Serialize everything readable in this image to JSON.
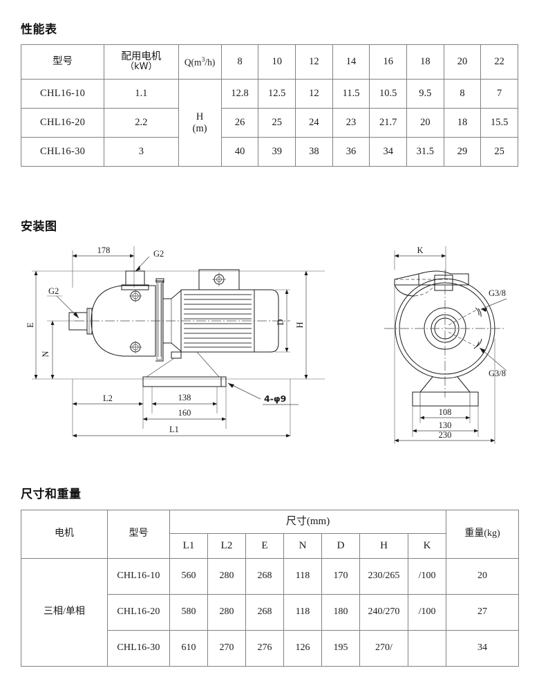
{
  "sections": {
    "performance_title": "性能表",
    "installation_title": "安装图",
    "dimensions_title": "尺寸和重量"
  },
  "performance_table": {
    "headers": {
      "model": "型号",
      "motor_line1": "配用电机",
      "motor_line2": "（kW）",
      "flow": "Q(m³/h)",
      "head_line1": "H",
      "head_line2": "(m)"
    },
    "flow_points": [
      "8",
      "10",
      "12",
      "14",
      "16",
      "18",
      "20",
      "22"
    ],
    "rows": [
      {
        "model": "CHL16-10",
        "power": "1.1",
        "head": [
          "12.8",
          "12.5",
          "12",
          "11.5",
          "10.5",
          "9.5",
          "8",
          "7"
        ]
      },
      {
        "model": "CHL16-20",
        "power": "2.2",
        "head": [
          "26",
          "25",
          "24",
          "23",
          "21.7",
          "20",
          "18",
          "15.5"
        ]
      },
      {
        "model": "CHL16-30",
        "power": "3",
        "head": [
          "40",
          "39",
          "38",
          "36",
          "34",
          "31.5",
          "29",
          "25"
        ]
      }
    ]
  },
  "dimensions_table": {
    "headers": {
      "motor": "电机",
      "model": "型号",
      "dimensions_group": "尺寸(mm)",
      "weight": "重量(kg)",
      "cols": [
        "L1",
        "L2",
        "E",
        "N",
        "D",
        "H",
        "K"
      ]
    },
    "motor_type": "三相/单相",
    "rows": [
      {
        "model": "CHL16-10",
        "values": [
          "560",
          "280",
          "268",
          "118",
          "170",
          "230/265",
          "/100"
        ],
        "weight": "20"
      },
      {
        "model": "CHL16-20",
        "values": [
          "580",
          "280",
          "268",
          "118",
          "180",
          "240/270",
          "/100"
        ],
        "weight": "27"
      },
      {
        "model": "CHL16-30",
        "values": [
          "610",
          "270",
          "276",
          "126",
          "195",
          "270/",
          ""
        ],
        "weight": "34"
      }
    ]
  },
  "drawing": {
    "side_view": {
      "labels": {
        "dim_178": "178",
        "port_top": "G2",
        "port_left": "G2",
        "height_E": "E",
        "height_N": "N",
        "diameter_D": "D",
        "height_H": "H",
        "length_L2": "L2",
        "dim_138": "138",
        "dim_160": "160",
        "length_L1": "L1",
        "bolt_note": "4-φ9"
      }
    },
    "front_view": {
      "labels": {
        "dim_K": "K",
        "port_upper": "G3/8",
        "port_lower": "G3/8",
        "dim_108": "108",
        "dim_130": "130",
        "dim_230": "230"
      }
    }
  },
  "chart_data": {
    "type": "table",
    "title": "性能表",
    "xlabel": "Q(m³/h)",
    "ylabel": "H(m)",
    "categories": [
      "8",
      "10",
      "12",
      "14",
      "16",
      "18",
      "20",
      "22"
    ],
    "series": [
      {
        "name": "CHL16-10",
        "values": [
          12.8,
          12.5,
          12,
          11.5,
          10.5,
          9.5,
          8,
          7
        ]
      },
      {
        "name": "CHL16-20",
        "values": [
          26,
          25,
          24,
          23,
          21.7,
          20,
          18,
          15.5
        ]
      },
      {
        "name": "CHL16-30",
        "values": [
          40,
          39,
          38,
          36,
          34,
          31.5,
          29,
          25
        ]
      }
    ]
  }
}
